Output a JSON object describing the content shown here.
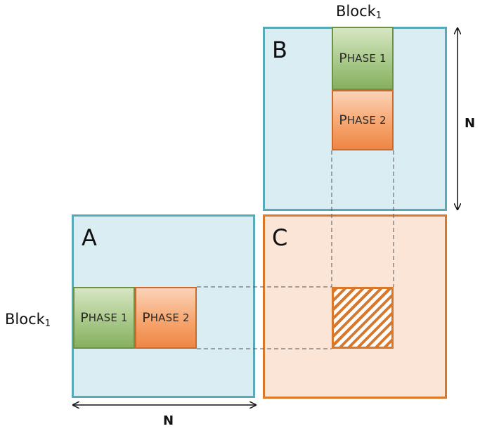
{
  "matrices": {
    "a": {
      "label": "A"
    },
    "b": {
      "label": "B"
    },
    "c": {
      "label": "C"
    }
  },
  "phases": {
    "phase1": {
      "first": "P",
      "rest": "HASE 1"
    },
    "phase2": {
      "first": "P",
      "rest": "HASE 2"
    }
  },
  "block_label": {
    "text": "Block",
    "subscript": "1"
  },
  "dimension_label": "N",
  "colors": {
    "matrix_blue_fill": "#daedf3",
    "matrix_blue_border": "#58aabb",
    "matrix_orange_fill": "#fbe5d6",
    "matrix_orange_border": "#d9772b",
    "phase1_green": "#a9c98a",
    "phase2_orange": "#f6a66f"
  }
}
